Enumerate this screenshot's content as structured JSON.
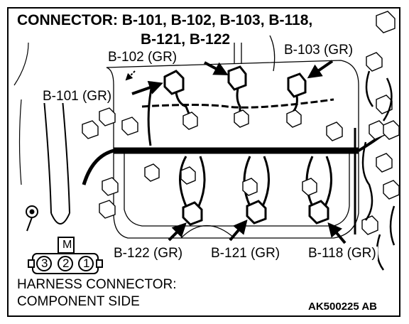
{
  "title_line1": "CONNECTOR: B-101, B-102, B-103, B-118,",
  "title_line2": "B-121, B-122",
  "labels": {
    "b101": "B-101 (GR)",
    "b102": "B-102 (GR)",
    "b103": "B-103 (GR)",
    "b122": "B-122 (GR)",
    "b121": "B-121 (GR)",
    "b118": "B-118 (GR)"
  },
  "connector_symbol": {
    "key": "M",
    "pins": [
      "3",
      "2",
      "1"
    ]
  },
  "caption_line1": "HARNESS CONNECTOR:",
  "caption_line2": "COMPONENT SIDE",
  "figure_code": "AK500225 AB"
}
